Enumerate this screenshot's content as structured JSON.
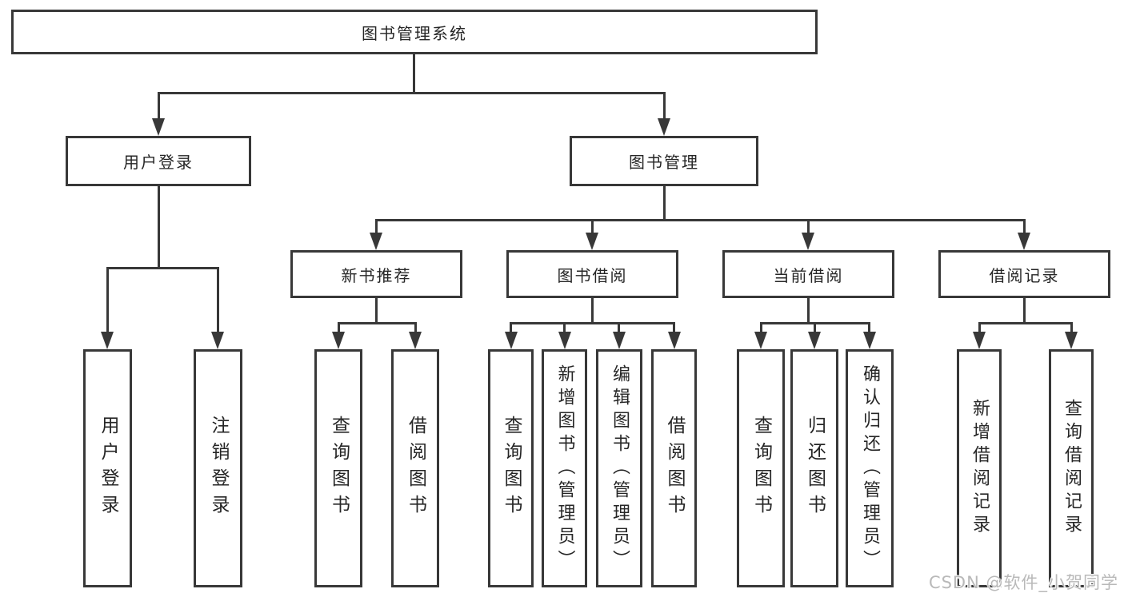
{
  "tree": {
    "root": {
      "label": "图书管理系统"
    },
    "branches": [
      {
        "label": "用户登录",
        "children": [
          {
            "label": "用户登录"
          },
          {
            "label": "注销登录"
          }
        ]
      },
      {
        "label": "图书管理",
        "children": [
          {
            "label": "新书推荐",
            "children": [
              {
                "label": "查询图书"
              },
              {
                "label": "借阅图书"
              }
            ]
          },
          {
            "label": "图书借阅",
            "children": [
              {
                "label": "查询图书"
              },
              {
                "label": "新增图书（管理员）"
              },
              {
                "label": "编辑图书（管理员）"
              },
              {
                "label": "借阅图书"
              }
            ]
          },
          {
            "label": "当前借阅",
            "children": [
              {
                "label": "查询图书"
              },
              {
                "label": "归还图书"
              },
              {
                "label": "确认归还（管理员）"
              }
            ]
          },
          {
            "label": "借阅记录",
            "children": [
              {
                "label": "新增借阅记录"
              },
              {
                "label": "查询借阅记录"
              }
            ]
          }
        ]
      }
    ]
  },
  "watermark": {
    "text": "CSDN @软件_小贺同学"
  },
  "colors": {
    "line": "#383838",
    "text": "#262626",
    "background": "#ffffff",
    "watermark": "#b9b9b9"
  }
}
